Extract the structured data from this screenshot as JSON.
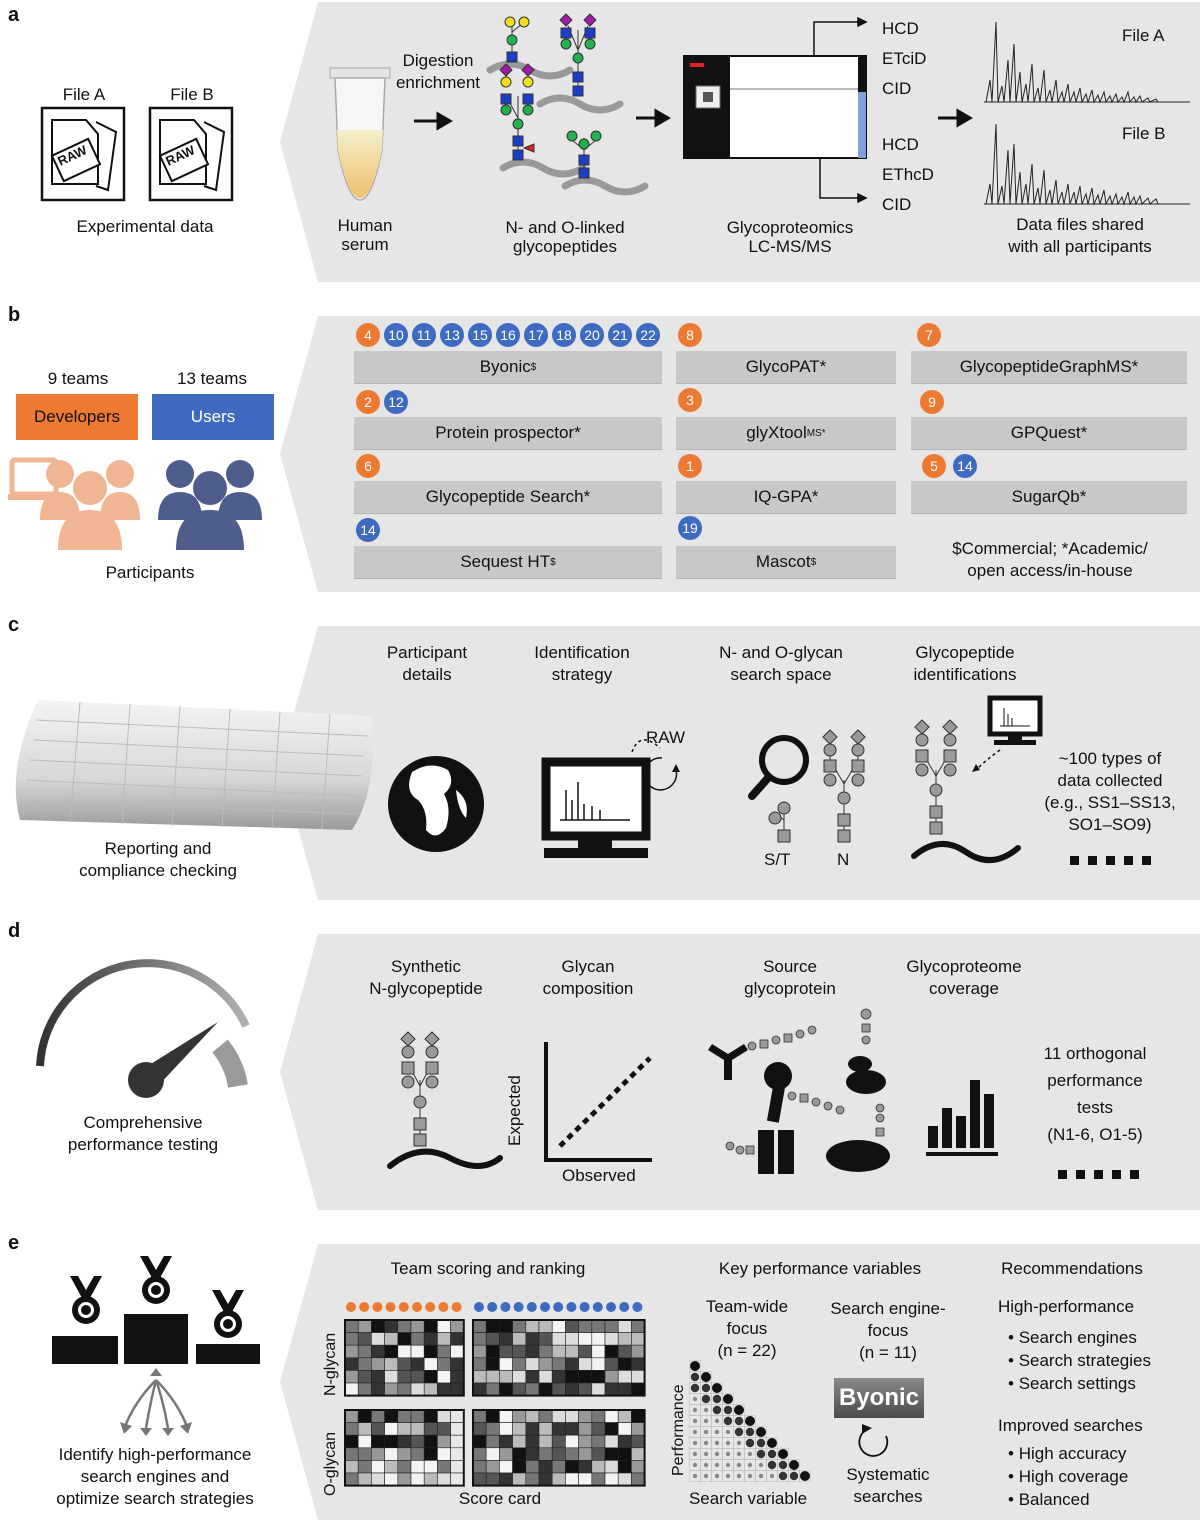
{
  "panel_a": {
    "letter": "a",
    "file_a": "File A",
    "file_b": "File B",
    "raw": "RAW",
    "experimental": "Experimental data",
    "digestion": [
      "Digestion",
      "enrichment"
    ],
    "serum": [
      "Human",
      "serum"
    ],
    "glycopeptides": [
      "N- and O-linked",
      "glycopeptides"
    ],
    "modes_top": [
      "HCD",
      "ETciD",
      "CID"
    ],
    "modes_bottom": [
      "HCD",
      "EThcD",
      "CID"
    ],
    "lcms": [
      "Glycoproteomics",
      "LC-MS/MS"
    ],
    "spec_a": "File A",
    "spec_b": "File B",
    "shared": [
      "Data files shared",
      "with all participants"
    ]
  },
  "panel_b": {
    "letter": "b",
    "dev_count": "9 teams",
    "user_count": "13 teams",
    "developers": "Developers",
    "users": "Users",
    "participants": "Participants",
    "tools": {
      "byonic": "Byonic",
      "byonic_sup": "$",
      "glycopat": "GlycoPAT*",
      "graphms": "GlycopeptideGraphMS*",
      "prospector": "Protein prospector*",
      "glyxtool": "glyXtool",
      "glyxtool_sup": "MS*",
      "gpquest": "GPQuest*",
      "gpsearch": "Glycopeptide Search*",
      "iqgpa": "IQ-GPA*",
      "sugarqb": "SugarQb*",
      "sequest": "Sequest HT",
      "sequest_sup": "$",
      "mascot": "Mascot",
      "mascot_sup": "$"
    },
    "badges": {
      "byonic": [
        "4",
        "10",
        "11",
        "13",
        "15",
        "16",
        "17",
        "18",
        "20",
        "21",
        "22"
      ],
      "glycopat": [
        "8"
      ],
      "graphms": [
        "7"
      ],
      "prospector": [
        "2",
        "12"
      ],
      "glyxtool": [
        "3"
      ],
      "gpquest": [
        "9"
      ],
      "gpsearch": [
        "6"
      ],
      "iqgpa": [
        "1"
      ],
      "sugarqb": [
        "5",
        "14"
      ],
      "sequest": [
        "14"
      ],
      "mascot": [
        "19"
      ]
    },
    "legend": [
      "$Commercial; *Academic/",
      "open access/in-house"
    ]
  },
  "panel_c": {
    "letter": "c",
    "reporting": [
      "Reporting and",
      "compliance checking"
    ],
    "participant": [
      "Participant",
      "details"
    ],
    "strategy": [
      "Identification",
      "strategy"
    ],
    "searchspace": [
      "N- and O-glycan",
      "search space"
    ],
    "identifications": [
      "Glycopeptide",
      "identifications"
    ],
    "raw": "RAW",
    "st": "S/T",
    "n": "N",
    "collected": [
      "~100 types of",
      "data collected",
      "(e.g., SS1–SS13,",
      "SO1–SO9)"
    ]
  },
  "panel_d": {
    "letter": "d",
    "testing": [
      "Comprehensive",
      "performance testing"
    ],
    "synthetic": [
      "Synthetic",
      "N-glycopeptide"
    ],
    "composition": [
      "Glycan",
      "composition"
    ],
    "source": [
      "Source",
      "glycoprotein"
    ],
    "coverage": [
      "Glycoproteome",
      "coverage"
    ],
    "expected": "Expected",
    "observed": "Observed",
    "tests": [
      "11 orthogonal",
      "performance",
      "tests",
      "(N1-6, O1-5)"
    ]
  },
  "panel_e": {
    "letter": "e",
    "identify": [
      "Identify high-performance",
      "search engines and",
      "optimize search strategies"
    ],
    "scoring": "Team scoring and ranking",
    "nglycan": "N-glycan",
    "oglycan": "O-glycan",
    "scorecard": "Score card",
    "keyvars": "Key performance variables",
    "teamwide": [
      "Team-wide",
      "focus",
      "(n = 22)"
    ],
    "enginefocus": [
      "Search engine-",
      "focus",
      "(n = 11)"
    ],
    "performance": "Performance",
    "searchvar": "Search variable",
    "byonic_logo": "Byonic",
    "systematic": [
      "Systematic",
      "searches"
    ],
    "recommendations": "Recommendations",
    "highperf": "High-performance",
    "hp_items": [
      "Search engines",
      "Search strategies",
      "Search settings"
    ],
    "improved": "Improved searches",
    "imp_items": [
      "High accuracy",
      "High coverage",
      "Balanced"
    ]
  },
  "colors": {
    "developer": "#ec7a33",
    "user": "#3e6bc1",
    "panel_bg": "#e6e6e6",
    "tool_bar": "#c8c8c8"
  }
}
